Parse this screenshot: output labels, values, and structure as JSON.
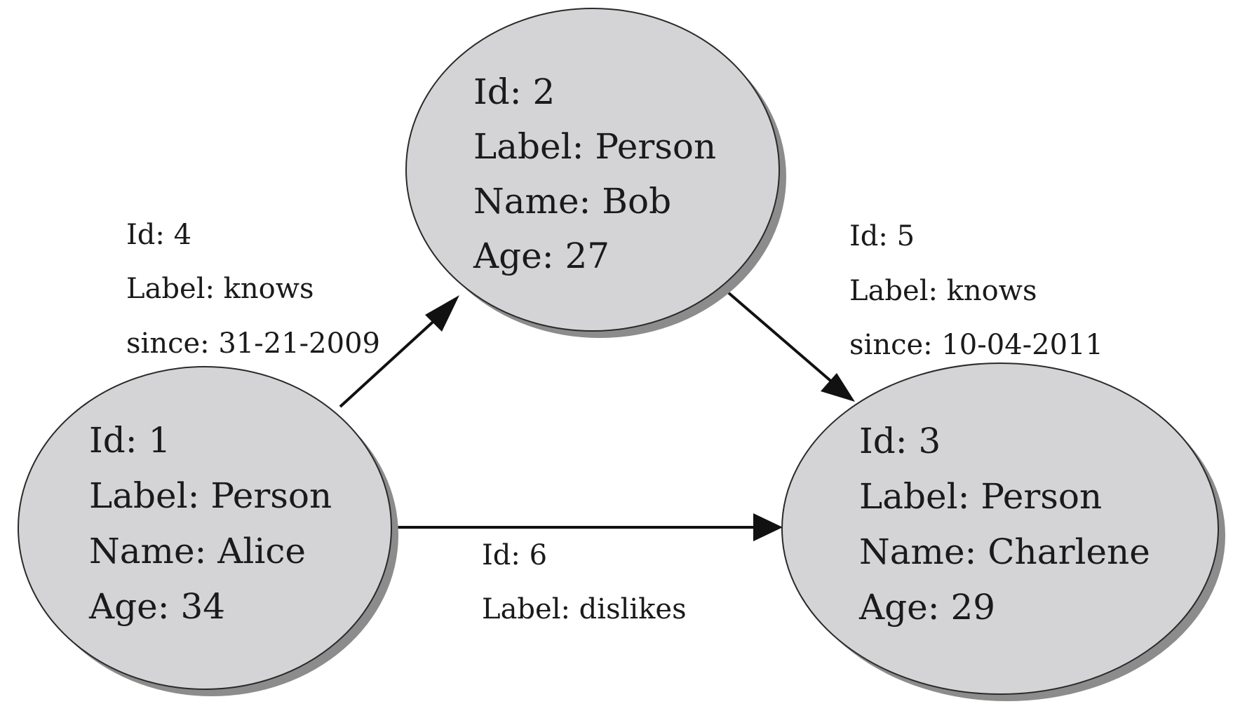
{
  "nodes": [
    {
      "id": "Id: 1",
      "label": "Label: Person",
      "name": "Name: Alice",
      "age": "Age: 34"
    },
    {
      "id": "Id: 2",
      "label": "Label: Person",
      "name": "Name: Bob",
      "age": "Age: 27"
    },
    {
      "id": "Id: 3",
      "label": "Label: Person",
      "name": "Name: Charlene",
      "age": "Age: 29"
    }
  ],
  "edges": [
    {
      "id": "Id: 4",
      "label": "Label: knows",
      "since": "since: 31-21-2009"
    },
    {
      "id": "Id: 5",
      "label": "Label: knows",
      "since": "since: 10-04-2011"
    },
    {
      "id": "Id: 6",
      "label": "Label: dislikes"
    }
  ],
  "colors": {
    "node_fill": "#d4d4d6",
    "node_stroke": "#2a2a2a",
    "edge": "#111111"
  }
}
